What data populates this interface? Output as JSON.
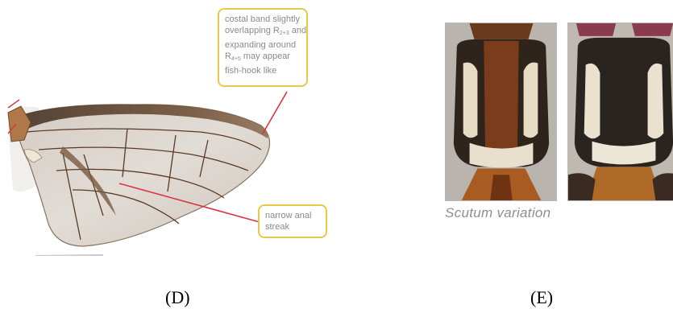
{
  "panel_d": {
    "label": "(D)",
    "callout_costal": {
      "line1": "costal band slightly",
      "line2_prefix": "overlapping R",
      "line2_sub": "2+3",
      "line2_suffix": " and",
      "line3": "expanding around",
      "line4_prefix": "R",
      "line4_sub": "4+5",
      "line4_suffix": " may appear",
      "line5": "fish-hook like"
    },
    "callout_anal": {
      "line1": "narrow anal",
      "line2": "streak"
    }
  },
  "panel_e": {
    "label": "(E)",
    "caption": "Scutum variation"
  },
  "colors": {
    "callout_border": "#e8c84a",
    "pointer_line": "#d9363e",
    "wing_membrane": "#d8d0c8",
    "vein": "#5a3a24",
    "caption_text": "#8f8f8f"
  }
}
